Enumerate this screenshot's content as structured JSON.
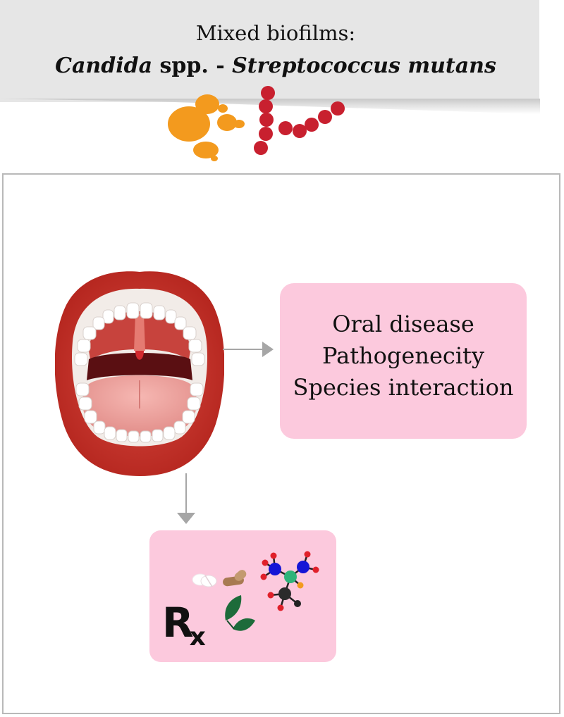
{
  "header": {
    "line1": "Mixed biofilms:",
    "line2_italic_a": "Candida",
    "line2_plain": " spp. - ",
    "line2_italic_b": "Streptococcus mutans"
  },
  "disease_box": {
    "lines": [
      "Oral disease",
      "Pathogenecity",
      "Species interaction"
    ]
  },
  "treatment_box": {
    "rx_letter": "R",
    "rx_sub": "x"
  },
  "colors": {
    "candida": "#f39a1e",
    "streptococcus": "#c8202f",
    "box_fill": "#fcc9dd",
    "arrow": "#a6a6a6",
    "header_band": "#e6e6e6"
  },
  "icons": [
    "candida-cells-icon",
    "streptococcus-chain-icon",
    "open-mouth-icon",
    "pill-icon",
    "capsule-icon",
    "leaves-icon",
    "molecule-icon",
    "rx-symbol"
  ]
}
